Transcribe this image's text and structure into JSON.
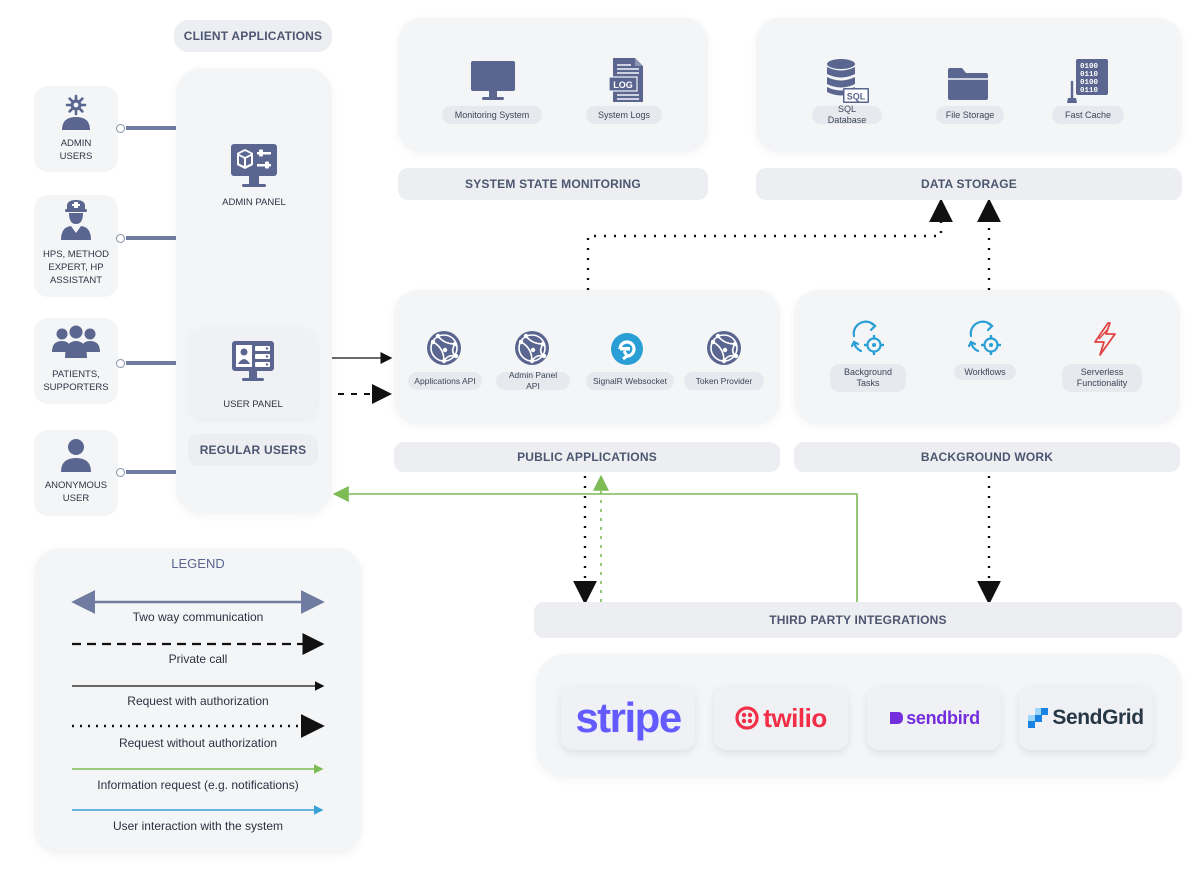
{
  "client_applications": {
    "title": "CLIENT APPLICATIONS",
    "admin_panel_label": "ADMIN PANEL",
    "user_panel_label": "USER PANEL",
    "regular_users_label": "REGULAR USERS"
  },
  "users": [
    {
      "label_line1": "ADMIN",
      "label_line2": "USERS",
      "label_line3": ""
    },
    {
      "label_line1": "HPS, METHOD",
      "label_line2": "EXPERT, HP",
      "label_line3": "ASSISTANT"
    },
    {
      "label_line1": "PATIENTS,",
      "label_line2": "SUPPORTERS",
      "label_line3": ""
    },
    {
      "label_line1": "ANONYMOUS",
      "label_line2": "USER",
      "label_line3": ""
    }
  ],
  "system_state_monitoring": {
    "title": "SYSTEM STATE MONITORING",
    "items": [
      "Monitoring System",
      "System Logs"
    ]
  },
  "data_storage": {
    "title": "DATA STORAGE",
    "items": [
      "SQL Database",
      "File Storage",
      "Fast Cache"
    ]
  },
  "public_applications": {
    "title": "PUBLIC APPLICATIONS",
    "items": [
      "Applications API",
      "Admin Panel API",
      "SignalR Websocket",
      "Token Provider"
    ]
  },
  "background_work": {
    "title": "BACKGROUND WORK",
    "items": [
      {
        "line1": "Background",
        "line2": "Tasks"
      },
      {
        "line1": "Workflows",
        "line2": ""
      },
      {
        "line1": "Serverless",
        "line2": "Functionality"
      }
    ]
  },
  "third_party": {
    "title": "THIRD PARTY INTEGRATIONS",
    "logos": [
      "stripe",
      "twilio",
      "sendbird",
      "SendGrid"
    ]
  },
  "legend": {
    "title": "LEGEND",
    "items": [
      "Two way communication",
      "Private call",
      "Request with authorization",
      "Request without authorization",
      "Information request (e.g. notifications)",
      "User interaction with the system"
    ]
  },
  "colors": {
    "icon_primary": "#5a6690",
    "two_way": "#6f7ba0",
    "information_request": "#7dbb55",
    "user_interaction": "#3aa0d8",
    "stripe": "#635bff",
    "twilio": "#f22f46",
    "sendbird": "#742ddd",
    "sendgrid_text": "#263746",
    "sendgrid_blue": "#1a82e2",
    "serverless": "#e04444",
    "signalr": "#2a9fd6"
  }
}
